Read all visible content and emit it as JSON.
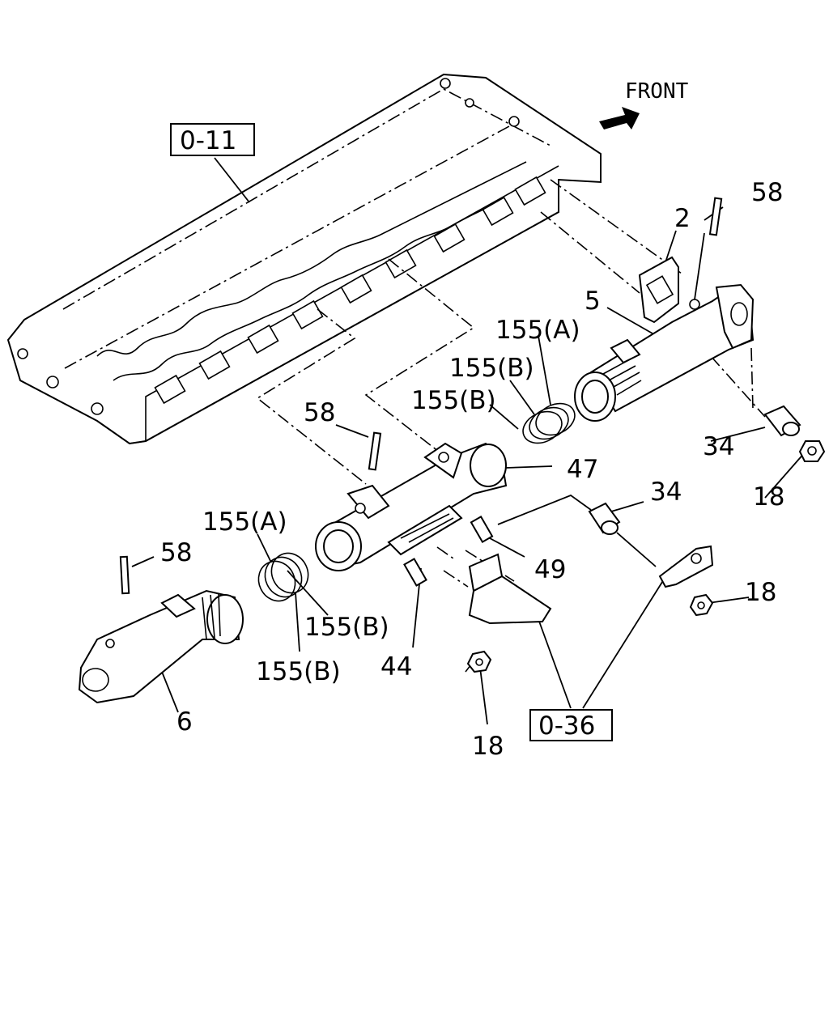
{
  "direction_label": "FRONT",
  "reference_boxes": {
    "cylinder_head": "0-11",
    "bracket": "0-36"
  },
  "part_callouts": {
    "gasket": "2",
    "rear_pipe": "5",
    "front_pipe": "6",
    "center_pipe": "47",
    "stud_top_right": "58",
    "stud_center": "58",
    "stud_left": "58",
    "ring_a_right": "155(A)",
    "ring_b_right_upper": "155(B)",
    "ring_b_right_lower": "155(B)",
    "ring_a_left": "155(A)",
    "ring_b_left_upper": "155(B)",
    "ring_b_left_lower": "155(B)",
    "spacer_right": "34",
    "spacer_center": "34",
    "nut_right": "18",
    "nut_center": "18",
    "nut_bottom": "18",
    "stud_bolt_49": "49",
    "stud_bolt_44": "44"
  }
}
